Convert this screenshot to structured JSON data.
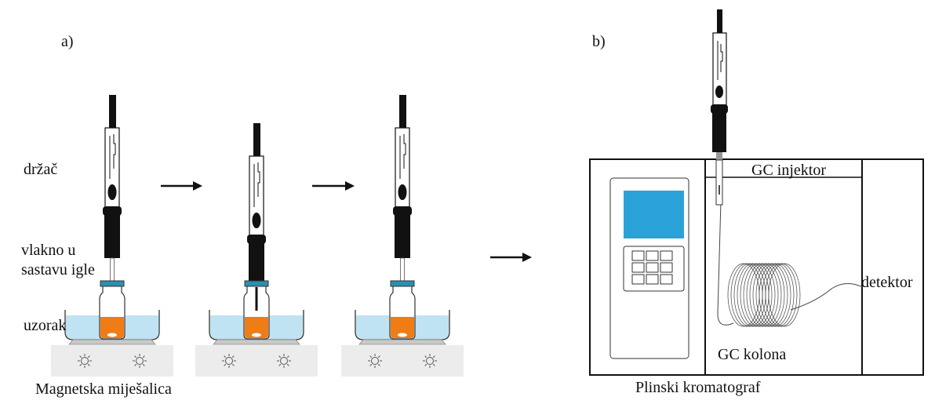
{
  "panels": {
    "a": {
      "label": "a)"
    },
    "b": {
      "label": "b)"
    }
  },
  "labels_a": {
    "holder": "držač",
    "fiber_line1": "vlakno u",
    "fiber_line2": "sastavu igle",
    "sample": "uzorak",
    "stirrer": "Magnetska miješalica"
  },
  "labels_b": {
    "injector": "GC injektor",
    "column": "GC kolona",
    "detector": "detektor",
    "chromatograph": "Plinski kromatograf"
  },
  "colors": {
    "liquid": "#f07c16",
    "bath": "#bfe3f2",
    "screen": "#2aa2d8",
    "cap": "#2b8fb0",
    "stirrer_base": "#ececec",
    "ink": "#111111"
  },
  "icons": [
    "stir-indicator-icon",
    "arrow-right-icon"
  ]
}
